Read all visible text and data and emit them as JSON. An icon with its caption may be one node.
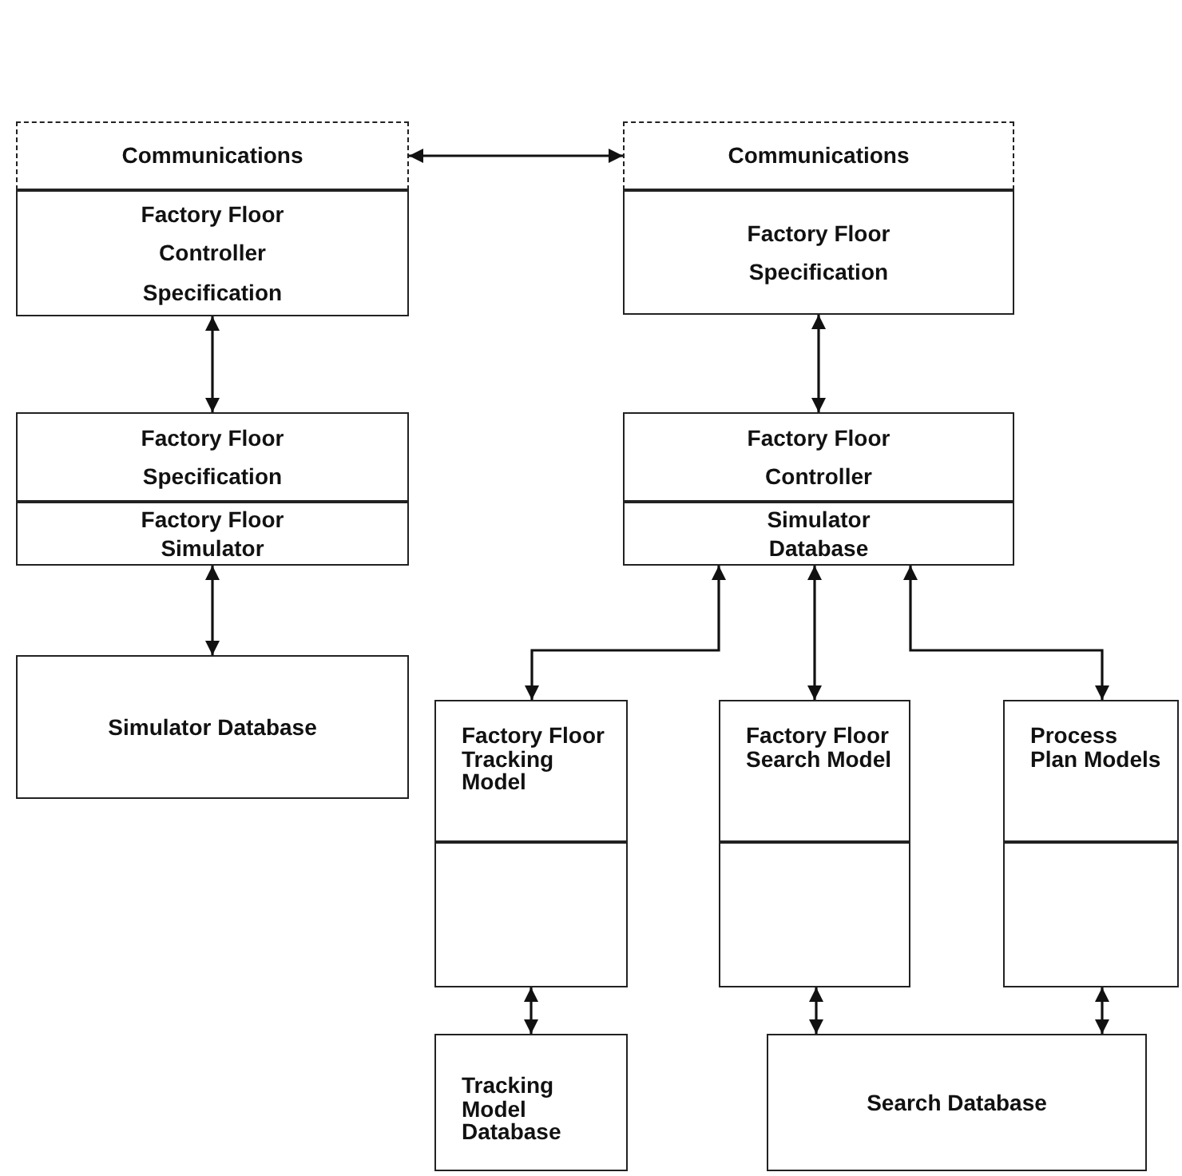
{
  "diagram": {
    "nodes": [
      {
        "text": [
          "Communications"
        ]
      },
      {
        "text": [
          "Factory Floor Controller Specification"
        ]
      },
      {
        "text": [
          "Communications"
        ]
      },
      {
        "text": [
          "Factory Floor Specification"
        ]
      },
      {
        "text": [
          "Factory Floor Specification"
        ]
      },
      {
        "text": [
          "Factory Floor Simulator"
        ]
      },
      {
        "text": [
          "Factory Floor Controller"
        ]
      },
      {
        "text": [
          "Simulator Database"
        ]
      },
      {
        "text": [
          "Simulator Database"
        ]
      },
      {
        "text": [
          "Factory Floor Tracking Model"
        ]
      },
      {
        "text": [],
        "shape": "box"
      },
      {
        "text": [
          "Factory Floor Search Model"
        ]
      },
      {
        "text": [],
        "shape": "box"
      },
      {
        "text": [
          "Process Plan Models"
        ]
      },
      {
        "text": [],
        "shape": "box"
      },
      {
        "text": [
          "Tracking Model Database"
        ]
      },
      {
        "text": [
          "Search Database"
        ]
      }
    ],
    "edges": [
      {
        "from": 0,
        "to": 2,
        "arrow": "both"
      },
      {
        "from": 1,
        "to": 4,
        "arrow": "both"
      },
      {
        "from": 3,
        "to": 6,
        "arrow": "both"
      },
      {
        "from": 5,
        "to": 8,
        "arrow": "both"
      },
      {
        "from": 7,
        "to": 9,
        "arrow": "both"
      },
      {
        "from": 7,
        "to": 11,
        "arrow": "both"
      },
      {
        "from": 7,
        "to": 13,
        "arrow": "both"
      },
      {
        "from": 10,
        "to": 15,
        "arrow": "both"
      },
      {
        "from": 12,
        "to": 16,
        "arrow": "both"
      },
      {
        "from": 14,
        "to": 16,
        "arrow": "both"
      }
    ]
  }
}
